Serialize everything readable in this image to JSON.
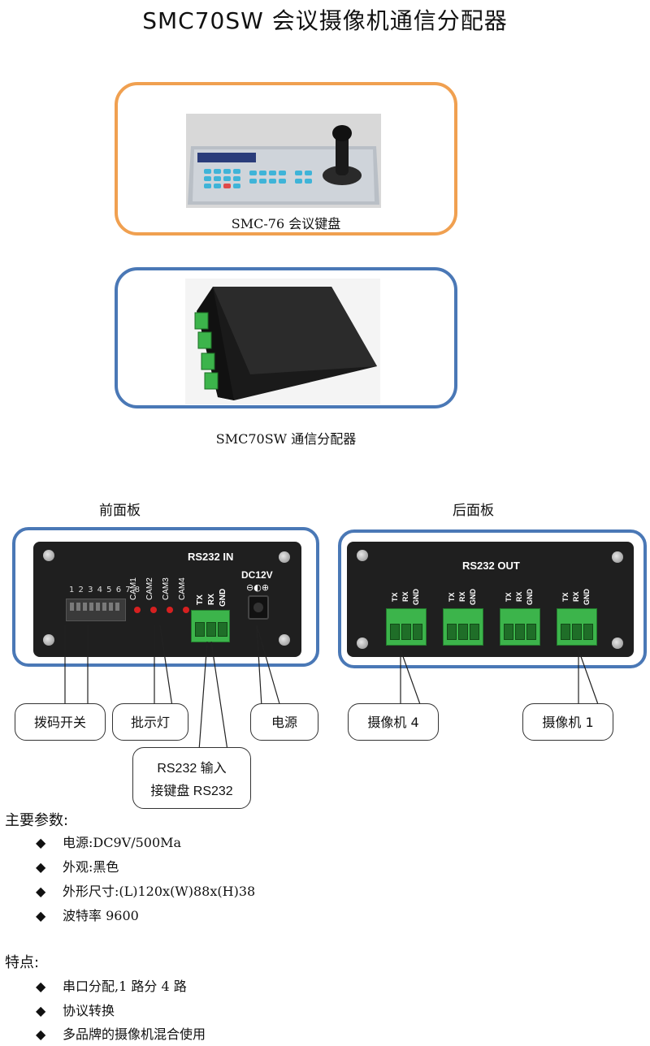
{
  "title": "SMC70SW 会议摄像机通信分配器",
  "keyboard_caption": "SMC-76 会议键盘",
  "distributor_caption": "SMC70SW 通信分配器",
  "front_panel": {
    "heading": "前面板",
    "rs232_label": "RS232 IN",
    "dip_numbers": "1 2 3 4 5 6 7 8",
    "cam_labels": [
      "CAM1",
      "CAM2",
      "CAM3",
      "CAM4"
    ],
    "pin_labels": [
      "TX",
      "RX",
      "GND"
    ],
    "dc_label": "DC12V"
  },
  "rear_panel": {
    "heading": "后面板",
    "rs232_label": "RS232 OUT",
    "pin_labels": [
      "TX",
      "RX",
      "GND"
    ]
  },
  "callouts": {
    "dip_switch": "拨码开关",
    "indicator": "批示灯",
    "power": "电源",
    "rs232_in_line1": "RS232 输入",
    "rs232_in_line2": "接键盘 RS232",
    "camera4": "摄像机 4",
    "camera1": "摄像机 1"
  },
  "params": {
    "heading": "主要参数:",
    "items": [
      "电源:DC9V/500Ma",
      "外观:黑色",
      "外形尺寸:(L)120x(W)88x(H)38",
      "波特率 9600"
    ]
  },
  "features": {
    "heading": "特点:",
    "items": [
      "串口分配,1 路分 4 路",
      "协议转换",
      "多品牌的摄像机混合使用"
    ]
  },
  "bullet_symbol": "◆",
  "colors": {
    "orange_frame": "#f0a050",
    "blue_frame": "#4a78b6",
    "panel": "#1f1f1f",
    "terminal_green": "#3cb44b"
  }
}
